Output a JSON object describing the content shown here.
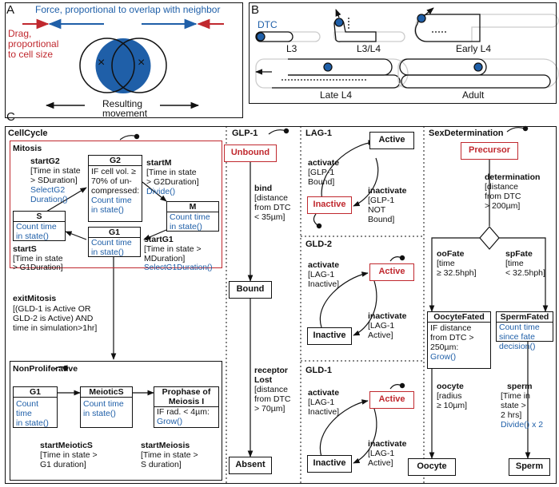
{
  "panels": {
    "a": "A",
    "b": "B",
    "c": "C"
  },
  "panel_a": {
    "force_label": "Force, proportional to overlap with neighbor",
    "drag_label": [
      "Drag,",
      "proportional",
      "to cell size"
    ],
    "movement_label": [
      "Resulting",
      "movement"
    ],
    "cell_mark": "×"
  },
  "panel_b": {
    "dtc_label": "DTC",
    "stages": [
      "L3",
      "L3/L4",
      "Early L4",
      "Late L4",
      "Adult"
    ]
  },
  "cellcycle": {
    "title": "CellCycle",
    "mitosis_title": "Mitosis",
    "startG2": {
      "name": "startG2",
      "cond": [
        "[Time in state",
        "> SDuration]"
      ],
      "action": [
        "SelectG2",
        "Duration()"
      ]
    },
    "startM": {
      "name": "startM",
      "cond": [
        "[Time in state",
        "> G2Duration]"
      ],
      "action": "Divide()"
    },
    "startS": {
      "name": "startS",
      "cond": [
        "[Time in state",
        "> G1Duration]"
      ]
    },
    "startG1": {
      "name": "startG1",
      "cond": [
        "[Time in state >",
        "MDuration]"
      ],
      "action": "SelectG1Duration()"
    },
    "G2": {
      "name": "G2",
      "body": [
        "IF cell vol. ≥",
        "70% of un-",
        "compressed:"
      ],
      "action": [
        "Count time",
        "in state()"
      ]
    },
    "S": {
      "name": "S",
      "action": [
        "Count time",
        "in state()"
      ]
    },
    "M": {
      "name": "M",
      "action": [
        "Count time",
        "in state()"
      ]
    },
    "G1": {
      "name": "G1",
      "action": [
        "Count time",
        "in state()"
      ]
    },
    "exitMitosis": {
      "name": "exitMitosis",
      "cond": [
        "[(GLD-1 is Active OR",
        "GLD-2 is Active) AND",
        "time in simulation>1hr]"
      ]
    },
    "nonprolif_title": "NonProliferative",
    "np_G1": {
      "name": "G1",
      "action": [
        "Count time",
        "in state()"
      ]
    },
    "np_MeioticS": {
      "name": "MeioticS",
      "action": [
        "Count time",
        "in state()"
      ]
    },
    "np_Prophase": {
      "name": [
        "Prophase of",
        "Meiosis I"
      ],
      "body": "IF rad. < 4µm:",
      "action": "Grow()"
    },
    "startMeioticS": {
      "name": "startMeioticS",
      "cond": [
        "[Time in state >",
        "G1 duration]"
      ]
    },
    "startMeiosis": {
      "name": "startMeiosis",
      "cond": [
        "[Time in state >",
        "S duration]"
      ]
    }
  },
  "glp1": {
    "title": "GLP-1",
    "unbound": "Unbound",
    "bind": {
      "name": "bind",
      "cond": [
        "[distance",
        "from DTC",
        "< 35µm]"
      ]
    },
    "bound": "Bound",
    "lost": {
      "name": [
        "receptor",
        "Lost"
      ],
      "cond": [
        "[distance",
        "from DTC",
        "> 70µm]"
      ]
    },
    "absent": "Absent"
  },
  "lag1": {
    "title": "LAG-1",
    "active": "Active",
    "inactive": "Inactive",
    "activate": {
      "name": "activate",
      "cond": [
        "[GLP-1",
        "Bound]"
      ]
    },
    "inactivate": {
      "name": "inactivate",
      "cond": [
        "[GLP-1",
        "NOT",
        "Bound]"
      ]
    }
  },
  "gld2": {
    "title": "GLD-2",
    "active": "Active",
    "inactive": "Inactive",
    "activate": {
      "name": "activate",
      "cond": [
        "[LAG-1",
        "Inactive]"
      ]
    },
    "inactivate": {
      "name": "inactivate",
      "cond": [
        "[LAG-1",
        "Active]"
      ]
    }
  },
  "gld1": {
    "title": "GLD-1",
    "active": "Active",
    "inactive": "Inactive",
    "activate": {
      "name": "activate",
      "cond": [
        "[LAG-1",
        "Inactive]"
      ]
    },
    "inactivate": {
      "name": "inactivate",
      "cond": [
        "[LAG-1",
        "Active]"
      ]
    }
  },
  "sexdet": {
    "title": "SexDetermination",
    "precursor": "Precursor",
    "determination": {
      "name": "determination",
      "cond": [
        "[distance",
        "from DTC",
        "> 200µm]"
      ]
    },
    "ooFate": {
      "name": "ooFate",
      "cond": [
        "[time",
        "≥ 32.5hph]"
      ]
    },
    "spFate": {
      "name": "spFate",
      "cond": [
        "[time",
        "< 32.5hph]"
      ]
    },
    "oocyteFated": {
      "name": "OocyteFated",
      "body": [
        "IF distance",
        "from DTC >",
        "250µm:"
      ],
      "action": "Grow()"
    },
    "spermFated": {
      "name": "SpermFated",
      "action": [
        "Count time",
        "since fate",
        "decision()"
      ]
    },
    "oocyte_tr": {
      "name": "oocyte",
      "cond": [
        "[radius",
        "≥ 10µm]"
      ]
    },
    "sperm_tr": {
      "name": "sperm",
      "cond": [
        "[Time in",
        "state >",
        "2 hrs]"
      ],
      "action": "Divide() x 2"
    },
    "oocyte": "Oocyte",
    "sperm": "Sperm"
  },
  "colors": {
    "blue": "#1f5fa8",
    "red": "#c0282e"
  }
}
